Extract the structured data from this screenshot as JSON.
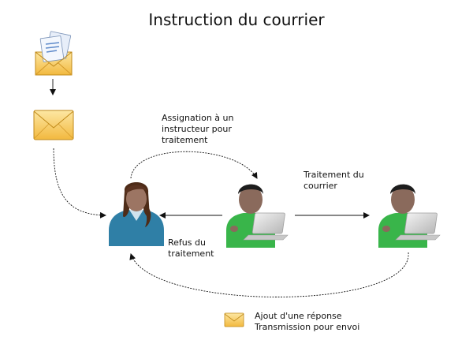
{
  "title": "Instruction du courrier",
  "labels": {
    "assignation": "Assignation à un\ninstructeur pour\ntraitement",
    "traitement": "Traitement du\ncourrier",
    "refus": "Refus du\ntraitement",
    "ajout": "Ajout d'une réponse\nTransmission pour envoi"
  },
  "icons": {
    "incoming_mail": "open-envelope-with-letters-icon",
    "mail": "closed-envelope-icon",
    "manager": "female-user-icon",
    "instructor": "user-with-laptop-icon",
    "processor": "user-with-laptop-icon",
    "response_mail": "small-envelope-icon"
  },
  "colors": {
    "envelope_fill": "#f5c95a",
    "envelope_edge": "#c08a1a",
    "manager_shirt": "#2f7fa6",
    "worker_shirt": "#39b54a",
    "skin": "#8d6e63"
  }
}
